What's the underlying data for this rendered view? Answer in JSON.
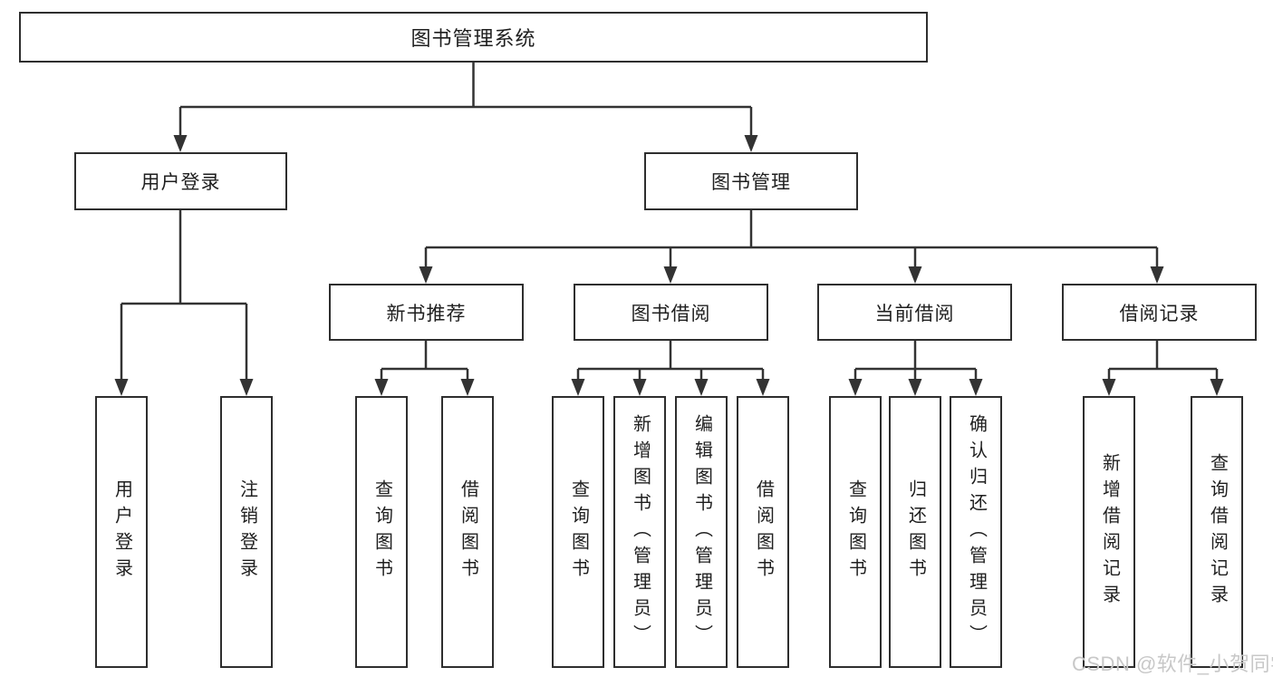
{
  "diagram": {
    "root": {
      "label": "图书管理系统"
    },
    "level2": [
      {
        "label": "用户登录"
      },
      {
        "label": "图书管理"
      }
    ],
    "level3": [
      {
        "label": "新书推荐"
      },
      {
        "label": "图书借阅"
      },
      {
        "label": "当前借阅"
      },
      {
        "label": "借阅记录"
      }
    ],
    "leaves": {
      "user_login": [
        {
          "label": "用户登录"
        },
        {
          "label": "注销登录"
        }
      ],
      "new_book": [
        {
          "label": "查询图书"
        },
        {
          "label": "借阅图书"
        }
      ],
      "book_borrow": [
        {
          "label": "查询图书"
        },
        {
          "label": "新增图书（管理员）"
        },
        {
          "label": "编辑图书（管理员）"
        },
        {
          "label": "借阅图书"
        }
      ],
      "current_borrow": [
        {
          "label": "查询图书"
        },
        {
          "label": "归还图书"
        },
        {
          "label": "确认归还（管理员）"
        }
      ],
      "borrow_record": [
        {
          "label": "新增借阅记录"
        },
        {
          "label": "查询借阅记录"
        }
      ]
    }
  },
  "watermark": {
    "text": "CSDN @软件_小贺同学"
  },
  "colors": {
    "line": "#333333",
    "border": "#2e2e2e",
    "text": "#1f1f1f",
    "watermark": "#c8c8c8",
    "background": "#ffffff"
  }
}
